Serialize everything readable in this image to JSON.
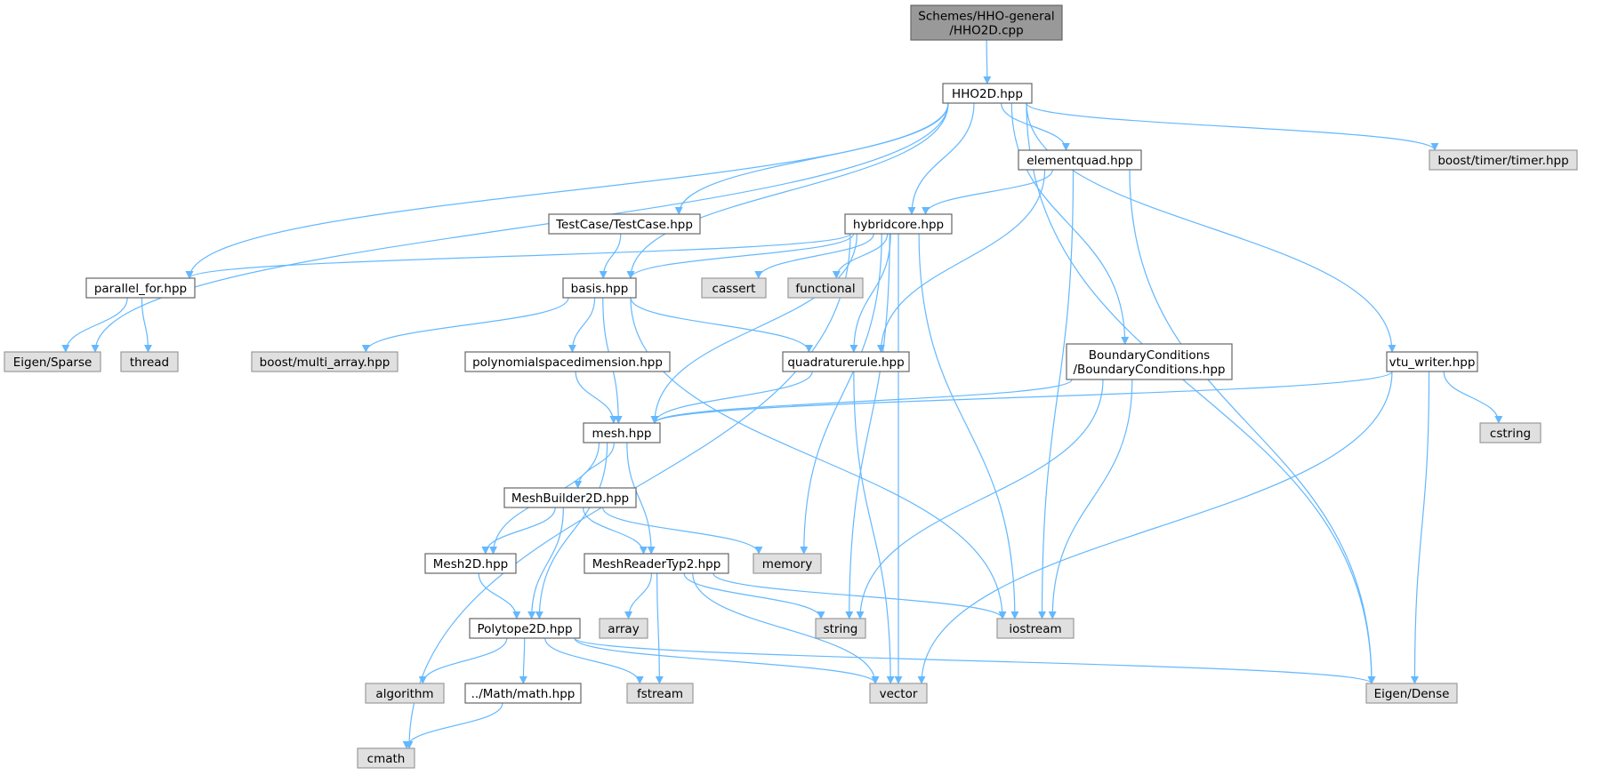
{
  "colors": {
    "edge": "#63b8ff",
    "root_fill": "#999999",
    "root_stroke": "#666666",
    "file_fill": "#ffffff",
    "file_stroke": "#666666",
    "external_fill": "#e0e0e0",
    "external_stroke": "#999999"
  },
  "nodes": [
    {
      "id": "root",
      "kind": "root",
      "lines": [
        "Schemes/HHO-general",
        "/HHO2D.cpp"
      ]
    },
    {
      "id": "hho2d",
      "kind": "file",
      "lines": [
        "HHO2D.hpp"
      ]
    },
    {
      "id": "elementquad",
      "kind": "file",
      "lines": [
        "elementquad.hpp"
      ]
    },
    {
      "id": "boost_timer",
      "kind": "external",
      "lines": [
        "boost/timer/timer.hpp"
      ]
    },
    {
      "id": "testcase",
      "kind": "file",
      "lines": [
        "TestCase/TestCase.hpp"
      ]
    },
    {
      "id": "hybridcore",
      "kind": "file",
      "lines": [
        "hybridcore.hpp"
      ]
    },
    {
      "id": "parallel_for",
      "kind": "file",
      "lines": [
        "parallel_for.hpp"
      ]
    },
    {
      "id": "basis",
      "kind": "file",
      "lines": [
        "basis.hpp"
      ]
    },
    {
      "id": "cassert",
      "kind": "external",
      "lines": [
        "cassert"
      ]
    },
    {
      "id": "functional",
      "kind": "external",
      "lines": [
        "functional"
      ]
    },
    {
      "id": "eigen_sparse",
      "kind": "external",
      "lines": [
        "Eigen/Sparse"
      ]
    },
    {
      "id": "thread",
      "kind": "external",
      "lines": [
        "thread"
      ]
    },
    {
      "id": "boost_multi",
      "kind": "external",
      "lines": [
        "boost/multi_array.hpp"
      ]
    },
    {
      "id": "polyspace",
      "kind": "file",
      "lines": [
        "polynomialspacedimension.hpp"
      ]
    },
    {
      "id": "quadrule",
      "kind": "file",
      "lines": [
        "quadraturerule.hpp"
      ]
    },
    {
      "id": "boundary",
      "kind": "file",
      "lines": [
        "BoundaryConditions",
        "/BoundaryConditions.hpp"
      ]
    },
    {
      "id": "vtu_writer",
      "kind": "file",
      "lines": [
        "vtu_writer.hpp"
      ]
    },
    {
      "id": "mesh",
      "kind": "file",
      "lines": [
        "mesh.hpp"
      ]
    },
    {
      "id": "cstring",
      "kind": "external",
      "lines": [
        "cstring"
      ]
    },
    {
      "id": "meshbuilder",
      "kind": "file",
      "lines": [
        "MeshBuilder2D.hpp"
      ]
    },
    {
      "id": "mesh2d",
      "kind": "file",
      "lines": [
        "Mesh2D.hpp"
      ]
    },
    {
      "id": "meshreader",
      "kind": "file",
      "lines": [
        "MeshReaderTyp2.hpp"
      ]
    },
    {
      "id": "memory",
      "kind": "external",
      "lines": [
        "memory"
      ]
    },
    {
      "id": "array",
      "kind": "external",
      "lines": [
        "array"
      ]
    },
    {
      "id": "string",
      "kind": "external",
      "lines": [
        "string"
      ]
    },
    {
      "id": "iostream",
      "kind": "external",
      "lines": [
        "iostream"
      ]
    },
    {
      "id": "polytope",
      "kind": "file",
      "lines": [
        "Polytope2D.hpp"
      ]
    },
    {
      "id": "algorithm",
      "kind": "external",
      "lines": [
        "algorithm"
      ]
    },
    {
      "id": "math",
      "kind": "file",
      "lines": [
        "../Math/math.hpp"
      ]
    },
    {
      "id": "fstream",
      "kind": "external",
      "lines": [
        "fstream"
      ]
    },
    {
      "id": "vector",
      "kind": "external",
      "lines": [
        "vector"
      ]
    },
    {
      "id": "eigen_dense",
      "kind": "external",
      "lines": [
        "Eigen/Dense"
      ]
    },
    {
      "id": "cmath",
      "kind": "external",
      "lines": [
        "cmath"
      ]
    }
  ],
  "edges": [
    [
      "root",
      "hho2d"
    ],
    [
      "hho2d",
      "elementquad"
    ],
    [
      "hho2d",
      "boost_timer"
    ],
    [
      "hho2d",
      "testcase"
    ],
    [
      "hho2d",
      "hybridcore"
    ],
    [
      "hho2d",
      "parallel_for"
    ],
    [
      "hho2d",
      "basis"
    ],
    [
      "hho2d",
      "eigen_sparse"
    ],
    [
      "hho2d",
      "boundary"
    ],
    [
      "hho2d",
      "vtu_writer"
    ],
    [
      "hho2d",
      "eigen_dense"
    ],
    [
      "elementquad",
      "hybridcore"
    ],
    [
      "elementquad",
      "quadrule"
    ],
    [
      "elementquad",
      "iostream"
    ],
    [
      "elementquad",
      "eigen_dense"
    ],
    [
      "testcase",
      "basis"
    ],
    [
      "hybridcore",
      "parallel_for"
    ],
    [
      "hybridcore",
      "basis"
    ],
    [
      "hybridcore",
      "cassert"
    ],
    [
      "hybridcore",
      "functional"
    ],
    [
      "hybridcore",
      "quadrule"
    ],
    [
      "hybridcore",
      "mesh"
    ],
    [
      "hybridcore",
      "string"
    ],
    [
      "hybridcore",
      "memory"
    ],
    [
      "hybridcore",
      "iostream"
    ],
    [
      "hybridcore",
      "vector"
    ],
    [
      "hybridcore",
      "cmath"
    ],
    [
      "parallel_for",
      "eigen_sparse"
    ],
    [
      "parallel_for",
      "thread"
    ],
    [
      "basis",
      "boost_multi"
    ],
    [
      "basis",
      "polyspace"
    ],
    [
      "basis",
      "quadrule"
    ],
    [
      "basis",
      "mesh"
    ],
    [
      "basis",
      "iostream"
    ],
    [
      "polyspace",
      "mesh"
    ],
    [
      "quadrule",
      "mesh"
    ],
    [
      "quadrule",
      "vector"
    ],
    [
      "boundary",
      "mesh"
    ],
    [
      "boundary",
      "string"
    ],
    [
      "boundary",
      "iostream"
    ],
    [
      "vtu_writer",
      "mesh"
    ],
    [
      "vtu_writer",
      "cstring"
    ],
    [
      "vtu_writer",
      "vector"
    ],
    [
      "vtu_writer",
      "eigen_dense"
    ],
    [
      "mesh",
      "meshbuilder"
    ],
    [
      "mesh",
      "mesh2d"
    ],
    [
      "mesh",
      "meshreader"
    ],
    [
      "mesh",
      "polytope"
    ],
    [
      "meshbuilder",
      "mesh2d"
    ],
    [
      "meshbuilder",
      "meshreader"
    ],
    [
      "meshbuilder",
      "memory"
    ],
    [
      "meshbuilder",
      "polytope"
    ],
    [
      "mesh2d",
      "polytope"
    ],
    [
      "meshreader",
      "array"
    ],
    [
      "meshreader",
      "string"
    ],
    [
      "meshreader",
      "iostream"
    ],
    [
      "meshreader",
      "fstream"
    ],
    [
      "meshreader",
      "vector"
    ],
    [
      "polytope",
      "algorithm"
    ],
    [
      "polytope",
      "math"
    ],
    [
      "polytope",
      "fstream"
    ],
    [
      "polytope",
      "vector"
    ],
    [
      "polytope",
      "eigen_dense"
    ],
    [
      "math",
      "cmath"
    ]
  ]
}
